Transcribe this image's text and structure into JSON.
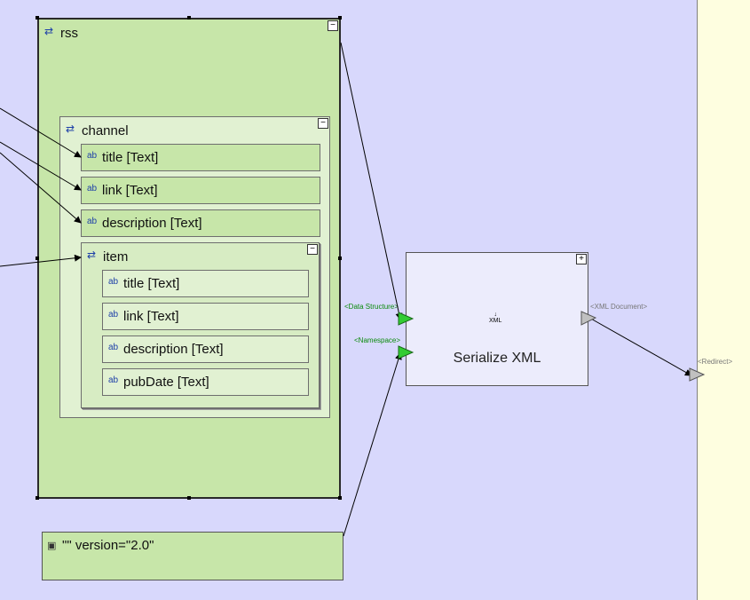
{
  "rss": {
    "label": "rss",
    "toggle": "−"
  },
  "channel": {
    "label": "channel",
    "toggle": "−",
    "fields": [
      {
        "label": "title [Text]"
      },
      {
        "label": "link [Text]"
      },
      {
        "label": "description [Text]"
      }
    ]
  },
  "item": {
    "label": "item",
    "toggle": "−",
    "fields": [
      {
        "label": "title [Text]"
      },
      {
        "label": "link [Text]"
      },
      {
        "label": "description [Text]"
      },
      {
        "label": "pubDate [Text]"
      }
    ]
  },
  "serialize": {
    "title": "Serialize XML",
    "icon_text": "XML",
    "toggle": "+",
    "ports": {
      "data_structure": "<Data Structure>",
      "namespace": "<Namespace>",
      "xml_document": "<XML Document>"
    }
  },
  "redirect": {
    "label": "<Redirect>"
  },
  "version_node": {
    "label": "\"\" version=\"2.0\""
  },
  "icons": {
    "structure": "structure-icon",
    "text": "text-field-icon",
    "attribute": "attribute-icon"
  },
  "colors": {
    "canvas": "#d8d8fc",
    "node": "#c7e6a9",
    "port_green": "#33cc33"
  }
}
